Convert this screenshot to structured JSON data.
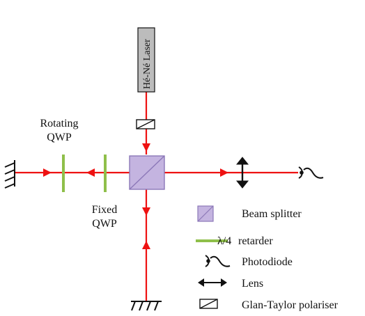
{
  "diagram": {
    "laser_label": "Hé-Né Laser",
    "rotating_qwp_label": [
      "Rotating",
      "QWP"
    ],
    "fixed_qwp_label": [
      "Fixed",
      "QWP"
    ]
  },
  "legend": {
    "beam_splitter": "Beam splitter",
    "retarder_lambda": "λ/4",
    "retarder_text": "retarder",
    "photodiode": "Photodiode",
    "lens": "Lens",
    "polariser": "Glan-Taylor polariser"
  },
  "colors": {
    "beam": "#ee1111",
    "qwp": "#8fbf4a",
    "beam_splitter_fill": "#c4b4e0",
    "beam_splitter_stroke": "#8c78b8",
    "laser_fill": "#bcbcbc"
  },
  "icons": [
    "beam-splitter-icon",
    "qwp-retarder-icon",
    "photodiode-icon",
    "lens-icon",
    "polariser-icon",
    "mirror-icon",
    "laser-icon"
  ]
}
